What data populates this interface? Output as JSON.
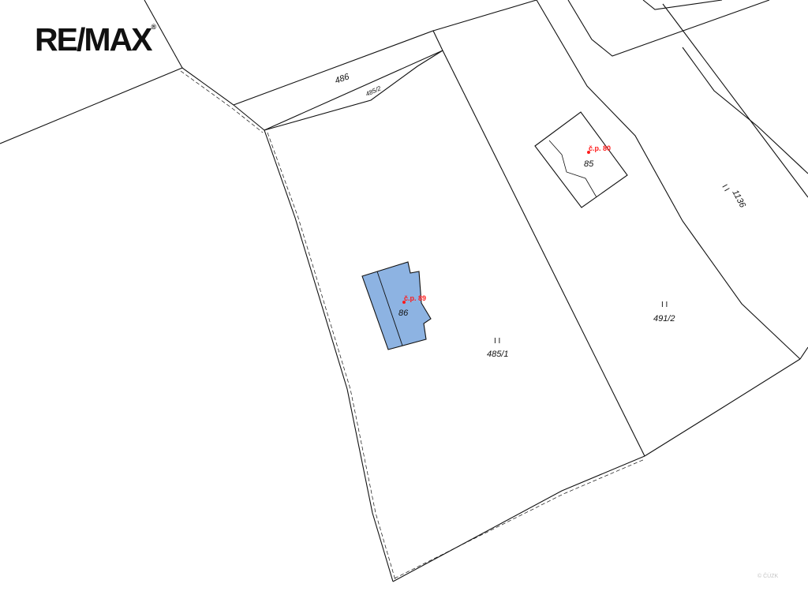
{
  "logo": {
    "text": "RE/MAX",
    "registered": "®"
  },
  "copyright": "© ČÚZK",
  "parcels": {
    "p486": "486",
    "p485_2": "485/2",
    "p485_1": "485/1",
    "p491_2": "491/2",
    "p1136": "1136"
  },
  "buildings": {
    "b86": {
      "number": "86",
      "cp": "č.p. 89"
    },
    "b85": {
      "number": "85",
      "cp": "č.p. 80"
    }
  },
  "colors": {
    "highlight_fill": "#8db3e2",
    "cp_label": "#ff1a1a",
    "lines": "#111111"
  }
}
